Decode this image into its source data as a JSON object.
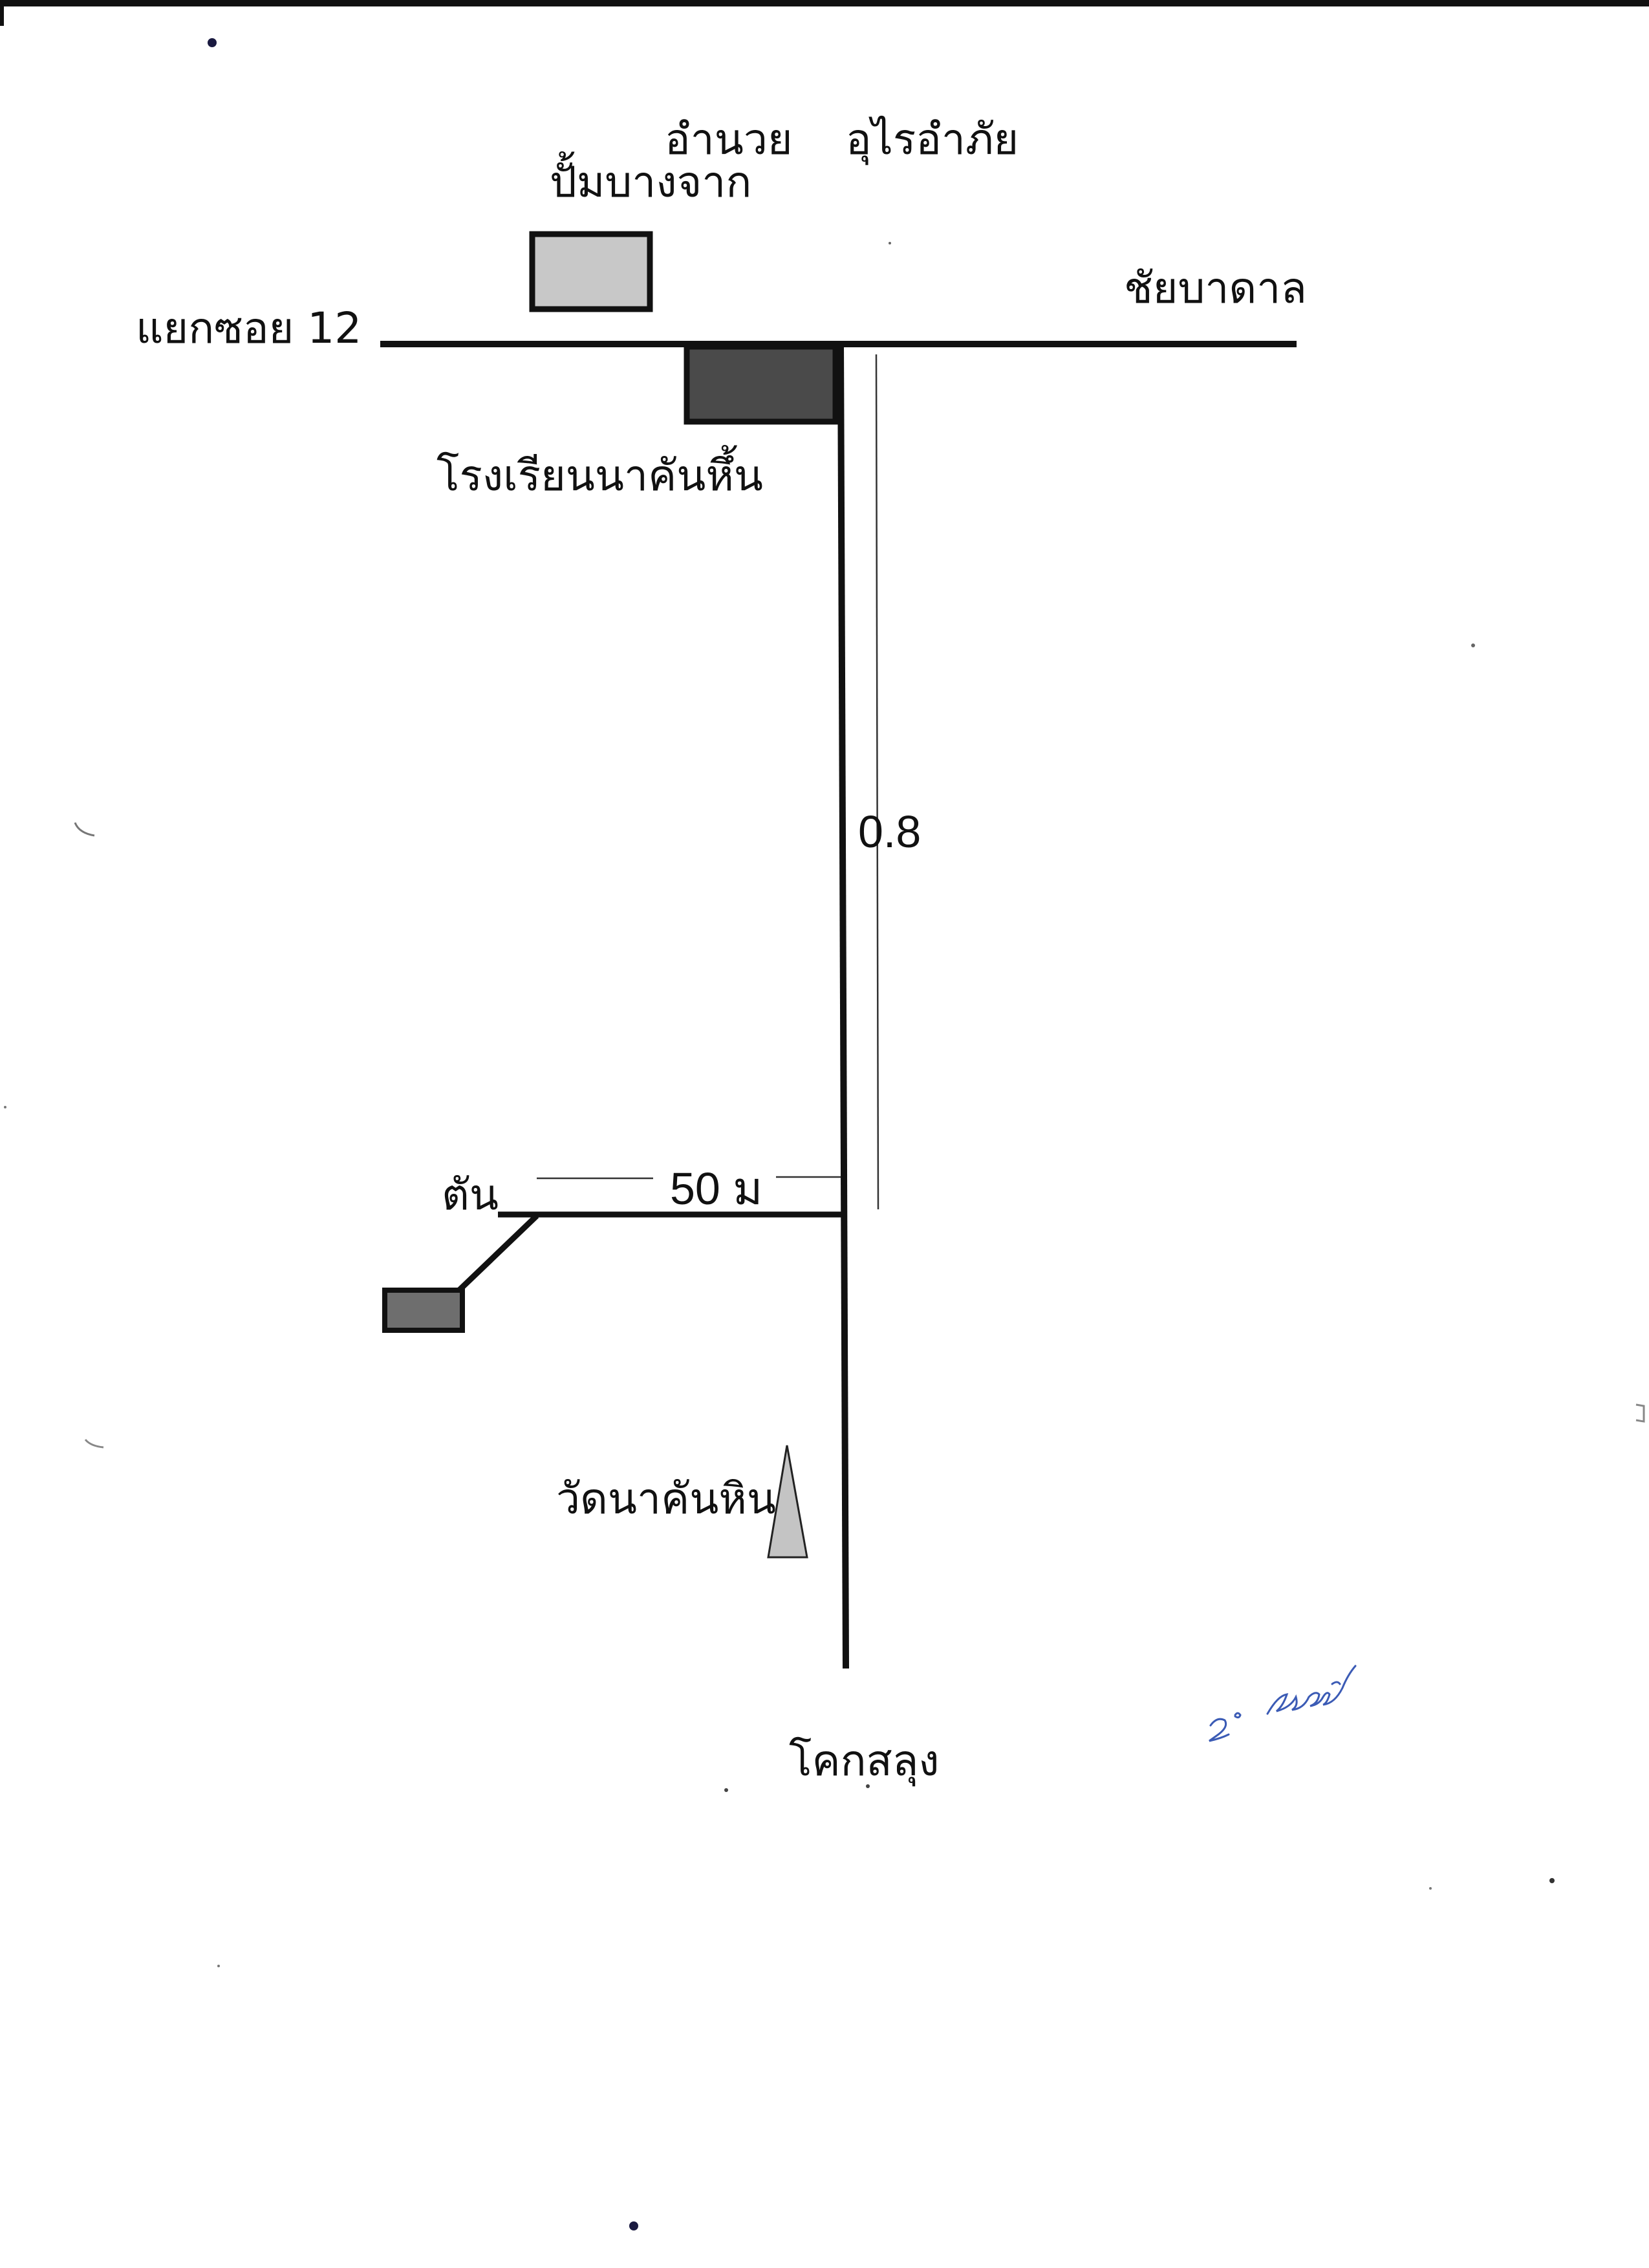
{
  "labels": {
    "amnuai": "อำนวย",
    "udon": "อุไรอำภัย",
    "pump": "ปั้มบางจาก",
    "chaibadan": "ชัยบาดาล",
    "soi12": "แยกซอย 12",
    "school": "โรงเรียนนาคันหึ้น",
    "distance_road": "0.8",
    "ton": "ตัน",
    "distance_branch": "50 ม",
    "temple": "วัดนาคันหิน",
    "khoksalung": "โคกสลุง"
  },
  "colors": {
    "road": "#111111",
    "pump_fill": "#c8c8c8",
    "school_fill": "#4a4a4a",
    "destination_fill": "#6e6e6e",
    "temple_fill": "#c4c4c4",
    "signature_ink": "#3b5bb5"
  }
}
